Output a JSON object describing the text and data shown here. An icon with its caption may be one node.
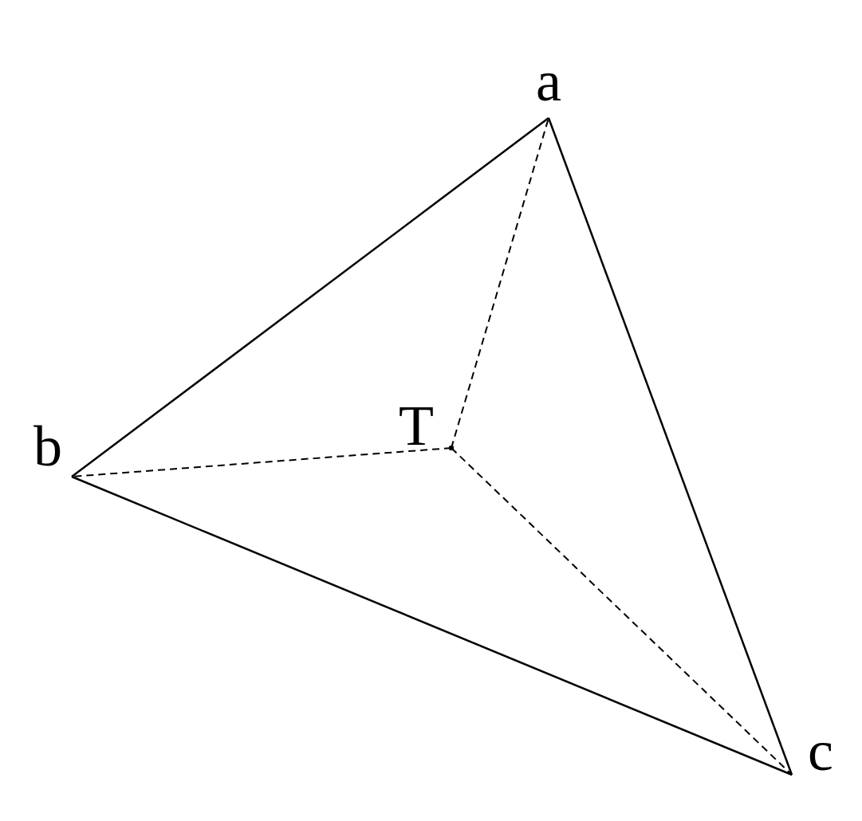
{
  "diagram": {
    "nodes": [
      {
        "text": [
          "a"
        ]
      },
      {
        "text": [
          "b"
        ]
      },
      {
        "text": [
          "T"
        ]
      },
      {
        "text": [
          "c"
        ]
      }
    ],
    "edges": [
      {
        "from": 0,
        "to": 1,
        "arrow": "none"
      },
      {
        "from": 0,
        "to": 3,
        "arrow": "none"
      },
      {
        "from": 1,
        "to": 3,
        "arrow": "none"
      },
      {
        "from": 2,
        "to": 0,
        "arrow": "other",
        "style": "dashed"
      },
      {
        "from": 2,
        "to": 1,
        "arrow": "other",
        "style": "dashed"
      },
      {
        "from": 2,
        "to": 3,
        "arrow": "other",
        "style": "dashed"
      }
    ]
  }
}
